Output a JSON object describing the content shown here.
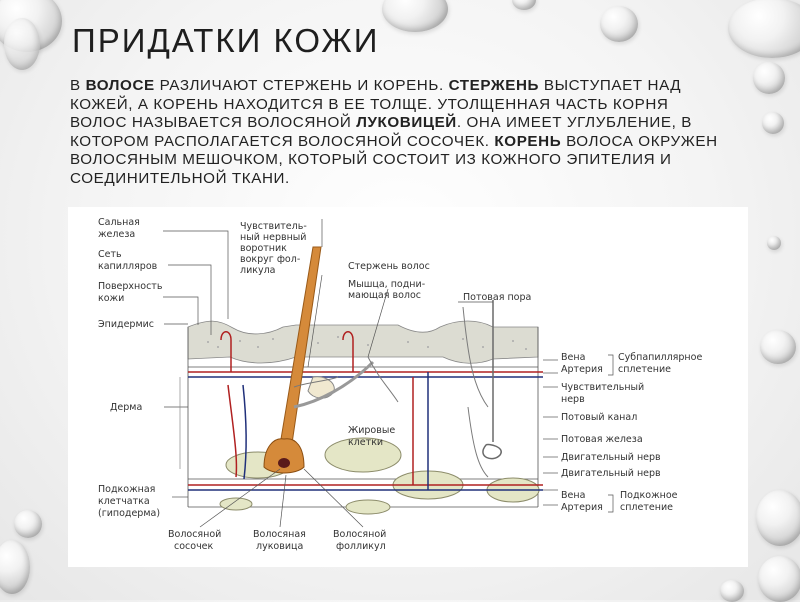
{
  "slide": {
    "title": "ПРИДАТКИ КОЖИ",
    "text_parts": [
      {
        "t": "В ",
        "b": false
      },
      {
        "t": "ВОЛОСЕ",
        "b": true
      },
      {
        "t": " РАЗЛИЧАЮТ СТЕРЖЕНЬ И КОРЕНЬ. ",
        "b": false
      },
      {
        "t": "СТЕРЖЕНЬ",
        "b": true
      },
      {
        "t": " ВЫСТУПАЕТ НАД КОЖЕЙ, А КОРЕНЬ НАХОДИТСЯ В ЕЕ ТОЛЩЕ. УТОЛЩЕННАЯ ЧАСТЬ КОРНЯ ВОЛОС НАЗЫВАЕТСЯ ВОЛОСЯНОЙ ",
        "b": false
      },
      {
        "t": "ЛУКОВИЦЕЙ",
        "b": true
      },
      {
        "t": ". ОНА ИМЕЕТ УГЛУБЛЕНИЕ, В КОТОРОМ РАСПОЛАГАЕТСЯ ВОЛОСЯНОЙ СОСОЧЕК. ",
        "b": false
      },
      {
        "t": "КОРЕНЬ",
        "b": true
      },
      {
        "t": " ВОЛОСА ОКРУЖЕН ВОЛОСЯНЫМ МЕШОЧКОМ, КОТОРЫЙ СОСТОИТ ИЗ КОЖНОГО ЭПИТЕЛИЯ И СОЕДИНИТЕЛЬНОЙ ТКАНИ.",
        "b": false
      }
    ]
  },
  "diagram": {
    "left_labels": {
      "salnaya_1": "Сальная",
      "salnaya_2": "железа",
      "set_1": "Сеть",
      "set_2": "капилляров",
      "poverh_1": "Поверхность",
      "poverh_2": "кожи",
      "epidermis": "Эпидермис",
      "derma": "Дерма",
      "podkozh_1": "Подкожная",
      "podkozh_2": "клетчатка",
      "podkozh_3": "(гиподерма)"
    },
    "top_labels": {
      "chuv_1": "Чувствитель-",
      "chuv_2": "ный нервный",
      "chuv_3": "воротник",
      "chuv_4": "вокруг фол-",
      "chuv_5": "ликула",
      "sterzhen": "Стержень волос",
      "myshca_1": "Мышца, подни-",
      "myshca_2": "мающая волос",
      "potovaya_pora": "Потовая пора"
    },
    "right_labels": {
      "vena_1": "Вена",
      "arteria_1": "Артерия",
      "subpap_1": "Субпапиллярное",
      "subpap_2": "сплетение",
      "chuv_nerv_1": "Чувствительный",
      "chuv_nerv_2": "нерв",
      "potovy_kanal": "Потовый канал",
      "potovaya_zheleza": "Потовая железа",
      "dvig_1": "Двигательный нерв",
      "dvig_2": "Двигательный нерв",
      "vena_2": "Вена",
      "arteria_2": "Артерия",
      "podkozh_spl_1": "Подкожное",
      "podkozh_spl_2": "сплетение"
    },
    "mid_labels": {
      "zhir_1": "Жировые",
      "zhir_2": "клетки"
    },
    "bottom_labels": {
      "sosochek_1": "Волосяной",
      "sosochek_2": "сосочек",
      "lukovica_1": "Волосяная",
      "lukovica_2": "луковица",
      "follikul_1": "Волосяной",
      "follikul_2": "фолликул"
    }
  }
}
